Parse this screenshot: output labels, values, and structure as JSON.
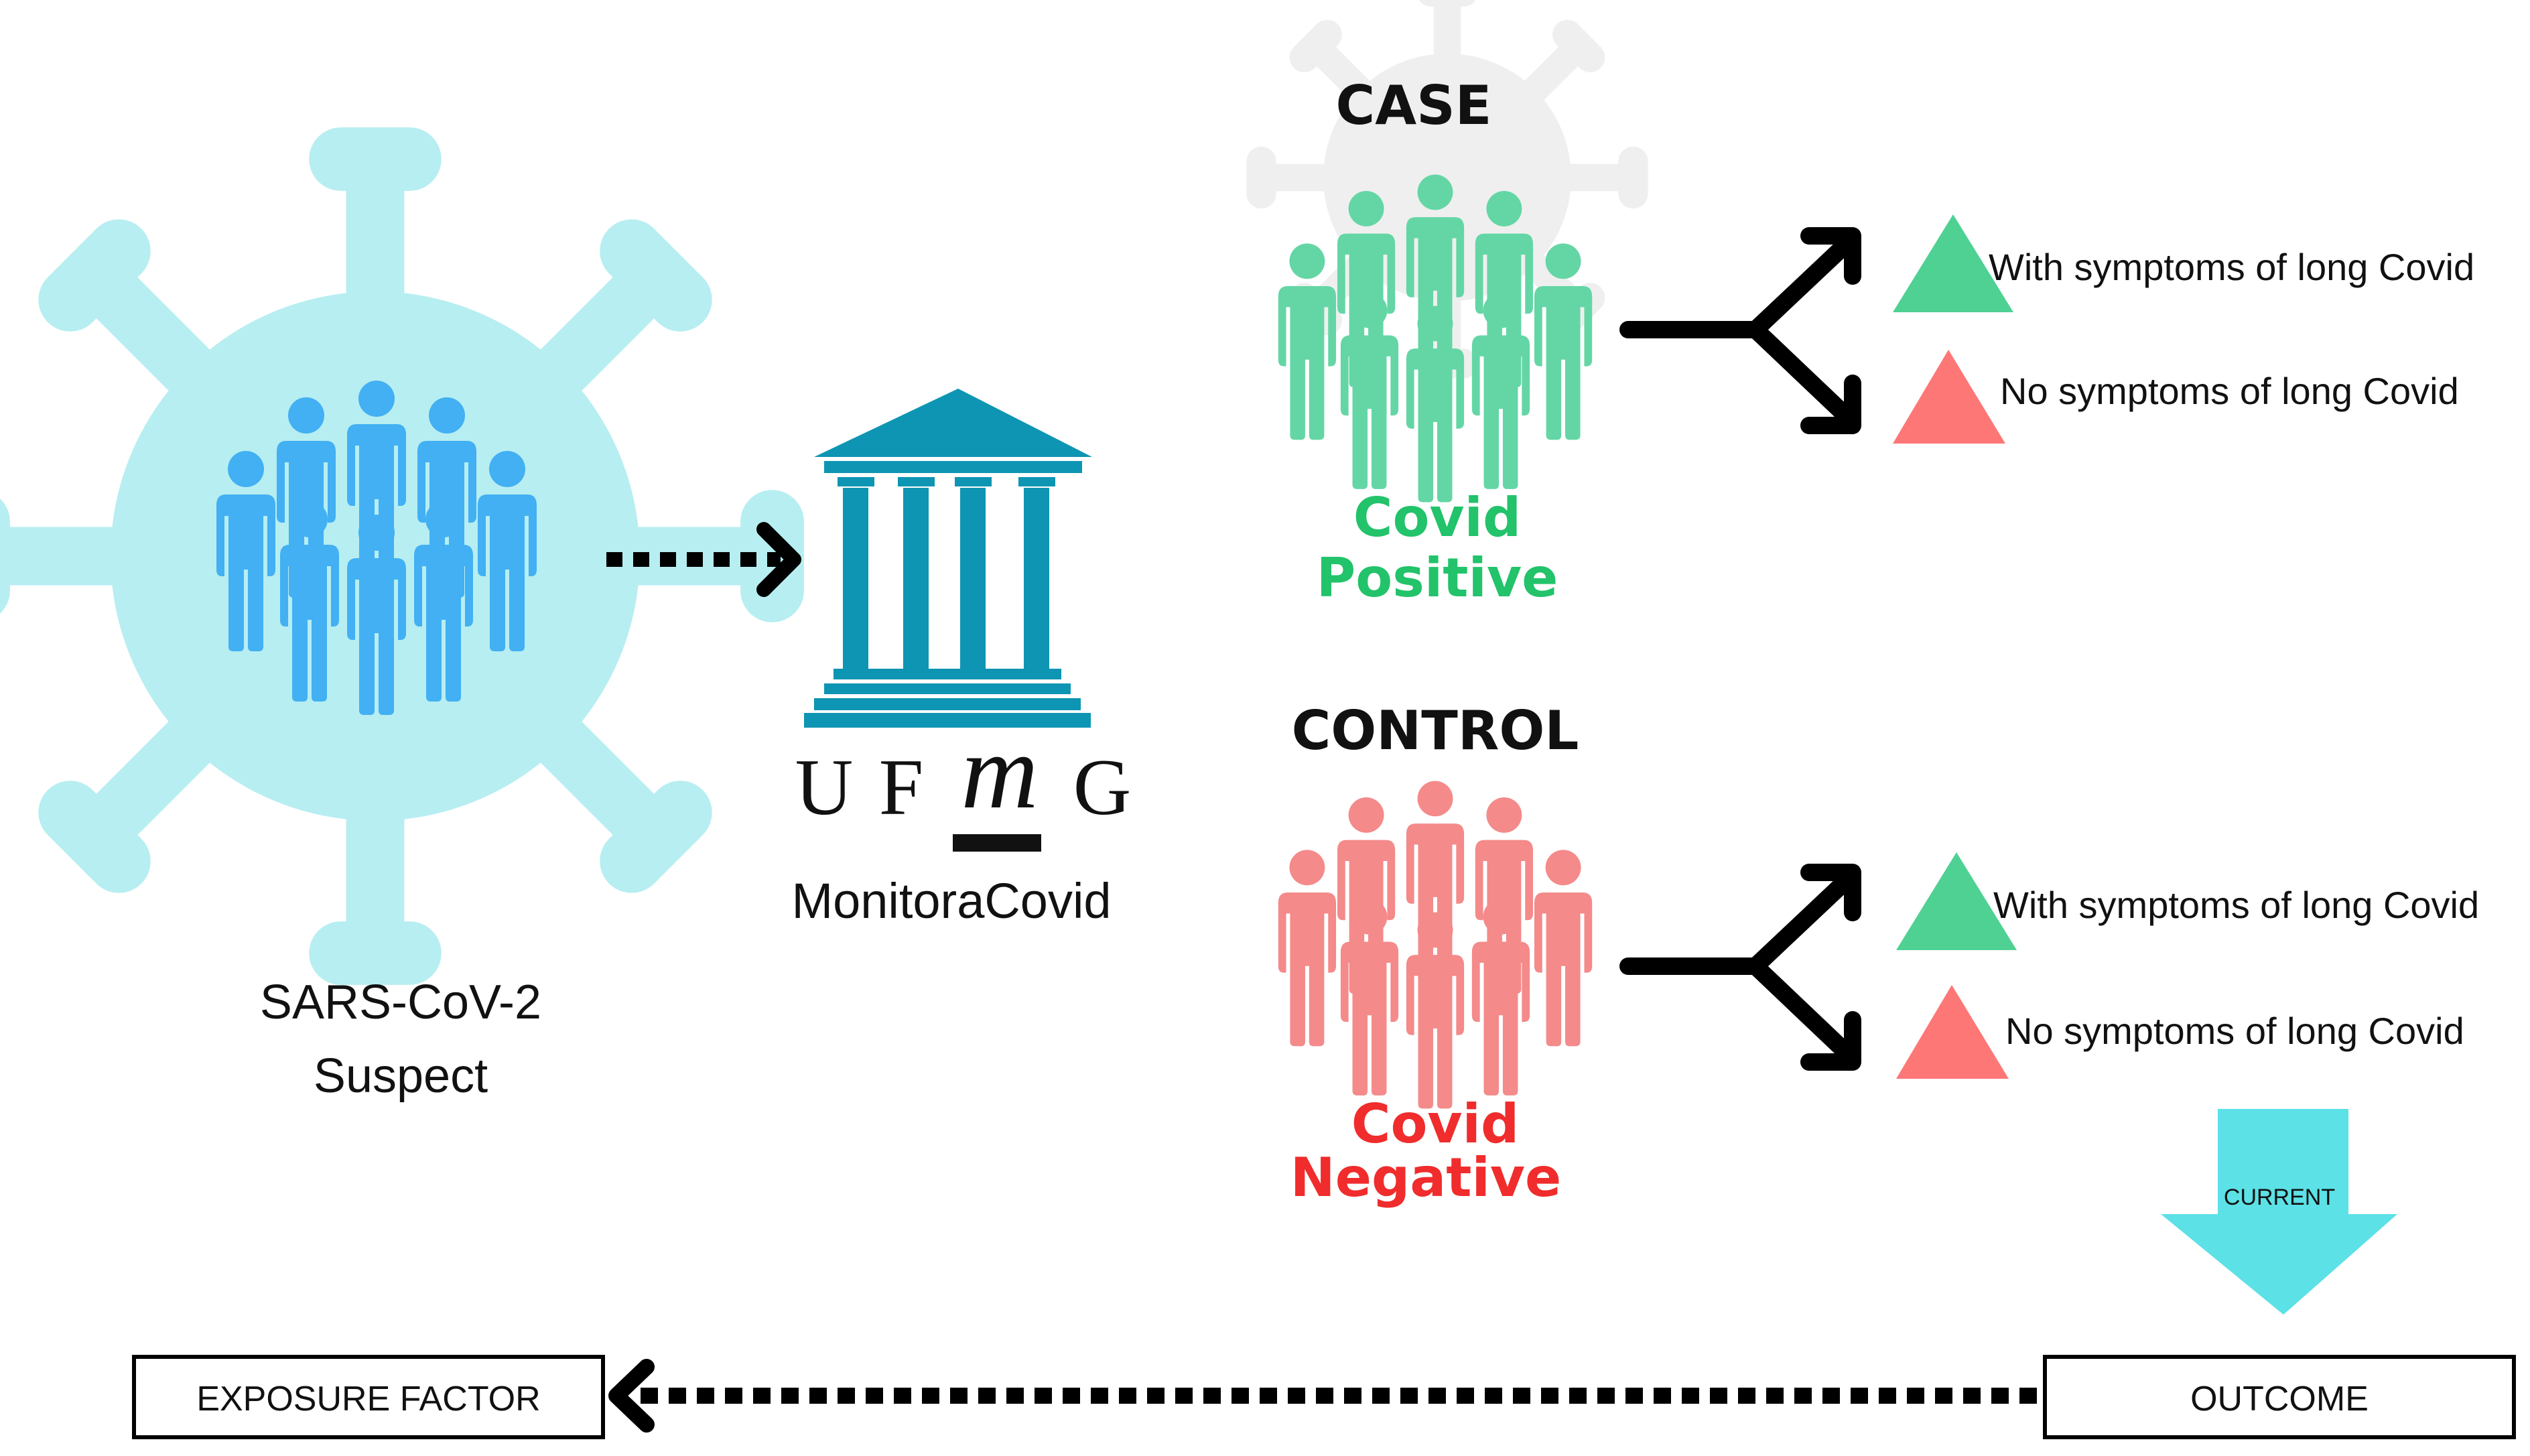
{
  "suspect": {
    "line1": "SARS-CoV-2",
    "line2": "Suspect"
  },
  "institution": {
    "logo_letters": [
      "U",
      "F",
      "m",
      "G"
    ],
    "name": "MonitoraCovid"
  },
  "case_group": {
    "title": "CASE",
    "status_line1": "Covid",
    "status_line2": "Positive",
    "outcome_yes": "With symptoms of long Covid",
    "outcome_no": "No symptoms of long Covid"
  },
  "control_group": {
    "title": "CONTROL",
    "status_line1": "Covid",
    "status_line2": "Negative",
    "outcome_yes": "With symptoms of long Covid",
    "outcome_no": "No symptoms of long Covid"
  },
  "timeline": {
    "current_label": "CURRENT",
    "exposure_label": "EXPOSURE FACTOR",
    "outcome_label": "OUTCOME"
  },
  "colors": {
    "virus_blue": "#b7eef1",
    "people_blue": "#42b0f3",
    "building_teal": "#0e95b3",
    "case_green": "#64d6a5",
    "case_green_text": "#22c36a",
    "control_red": "#f48a8a",
    "control_red_text": "#f02c2c",
    "triangle_green": "#4fd193",
    "triangle_red": "#fd7777",
    "current_cyan": "#5ce1e6",
    "virus_gray": "#efefef"
  },
  "icons": {
    "suspect_virus": "virus-icon",
    "suspect_people": "people-group-icon",
    "institution": "bank-building-icon",
    "case_people": "people-group-icon",
    "control_people": "people-group-icon",
    "outcome_yes": "triangle-icon",
    "outcome_no": "triangle-icon",
    "current": "down-arrow-icon"
  }
}
